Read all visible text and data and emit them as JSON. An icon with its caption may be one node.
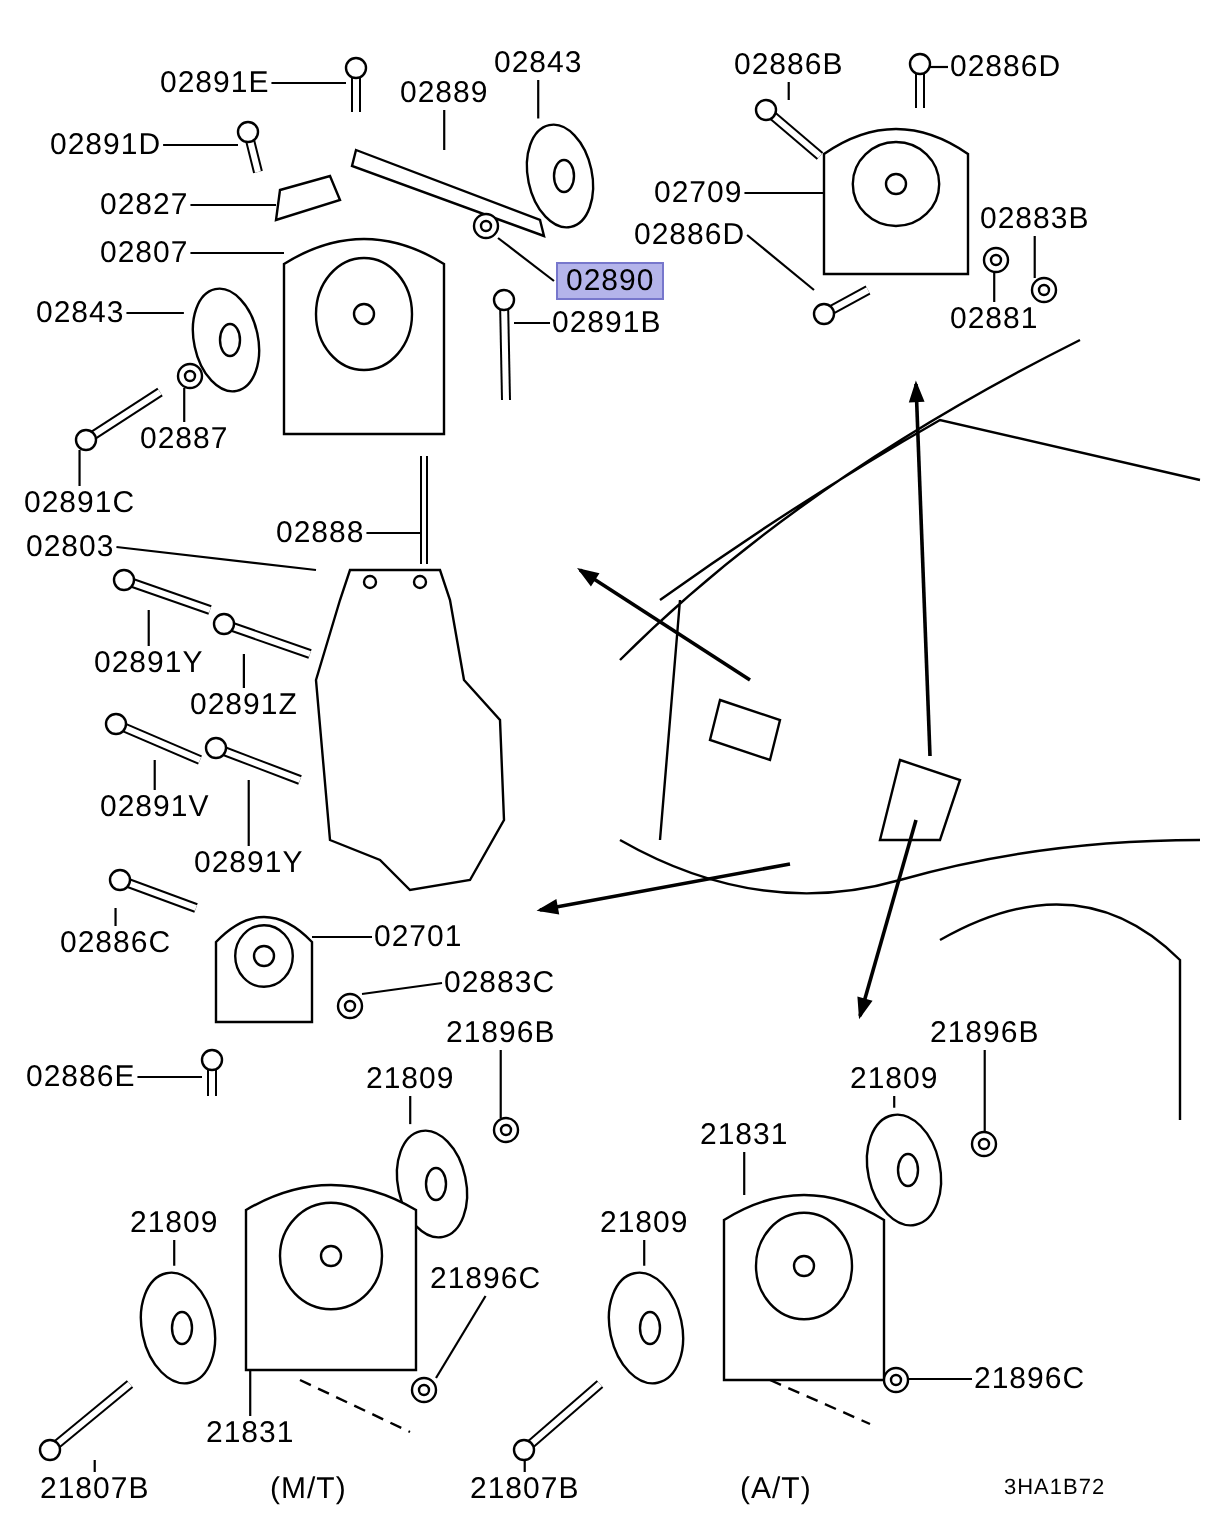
{
  "diagram": {
    "nodes": [
      {
        "text": [
          "02891E"
        ]
      },
      {
        "text": [
          "02889"
        ]
      },
      {
        "text": [
          "02843"
        ]
      },
      {
        "text": [
          "02891D"
        ]
      },
      {
        "text": [
          "02827"
        ]
      },
      {
        "text": [
          "02807"
        ]
      },
      {
        "text": [
          "02890"
        ]
      },
      {
        "text": [
          "02843"
        ]
      },
      {
        "text": [
          "02891B"
        ]
      },
      {
        "text": [
          "02887"
        ]
      },
      {
        "text": [
          "02891C"
        ]
      },
      {
        "text": [
          "02886B"
        ]
      },
      {
        "text": [
          "02886D"
        ]
      },
      {
        "text": [
          "02709"
        ]
      },
      {
        "text": [
          "02886D"
        ]
      },
      {
        "text": [
          "02883B"
        ]
      },
      {
        "text": [
          "02881"
        ]
      },
      {
        "text": [
          "02888"
        ]
      },
      {
        "text": [
          "02803"
        ]
      },
      {
        "text": [
          "02891Y"
        ]
      },
      {
        "text": [
          "02891Z"
        ]
      },
      {
        "text": [
          "02891V"
        ]
      },
      {
        "text": [
          "02891Y"
        ]
      },
      {
        "text": [
          "02886C"
        ]
      },
      {
        "text": [
          "02701"
        ]
      },
      {
        "text": [
          "02883C"
        ]
      },
      {
        "text": [
          "21896B"
        ]
      },
      {
        "text": [
          "21809"
        ]
      },
      {
        "text": [
          "02886E"
        ]
      },
      {
        "text": [
          "21809"
        ]
      },
      {
        "text": [
          "21896C"
        ]
      },
      {
        "text": [
          "21831"
        ]
      },
      {
        "text": [
          "21807B"
        ]
      },
      {
        "text": [
          "21807B"
        ]
      },
      {
        "text": [
          "21896B"
        ]
      },
      {
        "text": [
          "21809"
        ]
      },
      {
        "text": [
          "21831"
        ]
      },
      {
        "text": [
          "21809"
        ]
      },
      {
        "text": [
          "21896C"
        ]
      },
      {
        "text": [],
        "shape": "picture"
      },
      {
        "text": [],
        "shape": "picture"
      },
      {
        "text": [],
        "shape": "picture"
      },
      {
        "text": [],
        "shape": "picture"
      },
      {
        "text": [],
        "shape": "picture"
      },
      {
        "text": [],
        "shape": "picture"
      },
      {
        "text": [],
        "shape": "picture"
      },
      {
        "text": [],
        "shape": "picture"
      },
      {
        "text": [],
        "shape": "picture"
      },
      {
        "text": [],
        "shape": "picture"
      },
      {
        "text": [],
        "shape": "picture"
      },
      {
        "text": [],
        "shape": "picture"
      },
      {
        "text": [],
        "shape": "picture"
      },
      {
        "text": [],
        "shape": "picture"
      },
      {
        "text": [],
        "shape": "picture"
      },
      {
        "text": [],
        "shape": "picture"
      },
      {
        "text": [],
        "shape": "picture"
      },
      {
        "text": [],
        "shape": "picture"
      },
      {
        "text": [],
        "shape": "picture"
      },
      {
        "text": [],
        "shape": "picture"
      },
      {
        "text": [],
        "shape": "picture"
      },
      {
        "text": [],
        "shape": "picture"
      },
      {
        "text": [],
        "shape": "picture"
      },
      {
        "text": [],
        "shape": "picture"
      },
      {
        "text": [],
        "shape": "picture"
      },
      {
        "text": [],
        "shape": "picture"
      },
      {
        "text": [],
        "shape": "picture"
      },
      {
        "text": [],
        "shape": "picture"
      },
      {
        "text": [],
        "shape": "picture"
      },
      {
        "text": [],
        "shape": "picture"
      },
      {
        "text": [],
        "shape": "picture"
      },
      {
        "text": [],
        "shape": "picture"
      },
      {
        "text": [],
        "shape": "picture"
      },
      {
        "text": [],
        "shape": "picture"
      },
      {
        "text": [],
        "shape": "picture"
      },
      {
        "text": [],
        "shape": "picture"
      },
      {
        "text": [],
        "shape": "picture"
      },
      {
        "text": [],
        "shape": "picture"
      },
      {
        "text": [],
        "shape": "picture"
      }
    ],
    "edges": [
      {
        "from": 0,
        "to": 39,
        "arrow": "none"
      },
      {
        "from": 1,
        "to": 40,
        "arrow": "none"
      },
      {
        "from": 2,
        "to": 41,
        "arrow": "none"
      },
      {
        "from": 3,
        "to": 42,
        "arrow": "none"
      },
      {
        "from": 4,
        "to": 43,
        "arrow": "none"
      },
      {
        "from": 5,
        "to": 44,
        "arrow": "none"
      },
      {
        "from": 6,
        "to": 45,
        "arrow": "none"
      },
      {
        "from": 7,
        "to": 46,
        "arrow": "none"
      },
      {
        "from": 8,
        "to": 47,
        "arrow": "none"
      },
      {
        "from": 9,
        "to": 48,
        "arrow": "none"
      },
      {
        "from": 10,
        "to": 49,
        "arrow": "none"
      },
      {
        "from": 11,
        "to": 50,
        "arrow": "none"
      },
      {
        "from": 12,
        "to": 51,
        "arrow": "none"
      },
      {
        "from": 13,
        "to": 52,
        "arrow": "none"
      },
      {
        "from": 14,
        "to": 53,
        "arrow": "none"
      },
      {
        "from": 15,
        "to": 54,
        "arrow": "none"
      },
      {
        "from": 16,
        "to": 55,
        "arrow": "none"
      },
      {
        "from": 17,
        "to": 56,
        "arrow": "none"
      },
      {
        "from": 18,
        "to": 57,
        "arrow": "none"
      },
      {
        "from": 19,
        "to": 58,
        "arrow": "none"
      },
      {
        "from": 20,
        "to": 59,
        "arrow": "none"
      },
      {
        "from": 21,
        "to": 60,
        "arrow": "none"
      },
      {
        "from": 22,
        "to": 61,
        "arrow": "none"
      },
      {
        "from": 23,
        "to": 62,
        "arrow": "none"
      },
      {
        "from": 24,
        "to": 63,
        "arrow": "none"
      },
      {
        "from": 25,
        "to": 64,
        "arrow": "none"
      },
      {
        "from": 26,
        "to": 65,
        "arrow": "none"
      },
      {
        "from": 27,
        "to": 66,
        "arrow": "none"
      },
      {
        "from": 28,
        "to": 67,
        "arrow": "none"
      },
      {
        "from": 29,
        "to": 68,
        "arrow": "none"
      },
      {
        "from": 30,
        "to": 69,
        "arrow": "none"
      },
      {
        "from": 31,
        "to": 70,
        "arrow": "none"
      },
      {
        "from": 32,
        "to": 71,
        "arrow": "none"
      },
      {
        "from": 33,
        "to": 72,
        "arrow": "none"
      },
      {
        "from": 34,
        "to": 73,
        "arrow": "none"
      },
      {
        "from": 35,
        "to": 74,
        "arrow": "none"
      },
      {
        "from": 36,
        "to": 75,
        "arrow": "none"
      },
      {
        "from": 37,
        "to": 76,
        "arrow": "none"
      },
      {
        "from": 38,
        "to": 77,
        "arrow": "none"
      }
    ],
    "labels": [
      "(M/T)",
      "(A/T)",
      "3HA1B72"
    ]
  }
}
